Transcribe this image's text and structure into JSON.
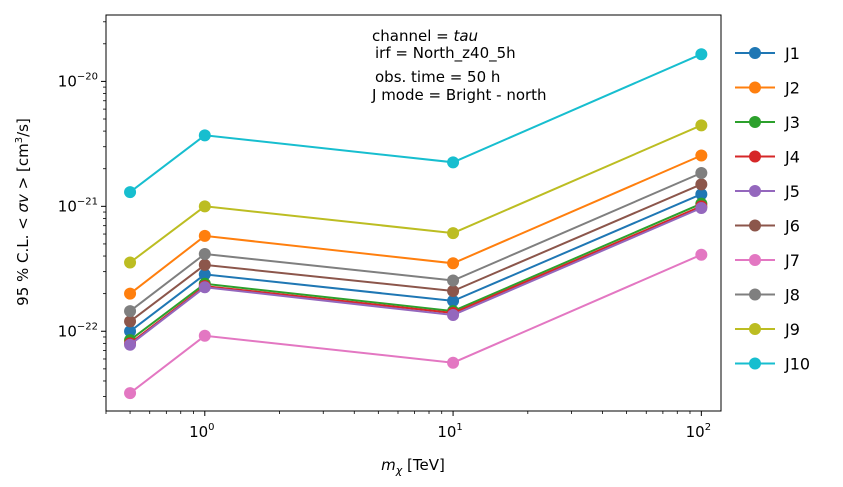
{
  "chart_data": {
    "type": "line",
    "xscale": "log",
    "yscale": "log",
    "xlim": [
      0.4,
      120
    ],
    "ylim": [
      2.3e-23,
      3.4e-20
    ],
    "x": [
      0.5,
      1,
      10,
      100
    ],
    "xticks": [
      {
        "value": 1,
        "base": "10",
        "exp": "0"
      },
      {
        "value": 10,
        "base": "10",
        "exp": "1"
      },
      {
        "value": 100,
        "base": "10",
        "exp": "2"
      }
    ],
    "yticks": [
      {
        "value": 1e-22,
        "base": "10",
        "exp": "−22"
      },
      {
        "value": 1e-21,
        "base": "10",
        "exp": "−21"
      },
      {
        "value": 1e-20,
        "base": "10",
        "exp": "−20"
      }
    ],
    "xlabel": {
      "pre": "m",
      "sub": "χ",
      "post": " [TeV]"
    },
    "ylabel": {
      "pre": "95 % C.L.  < ",
      "mid": "σv",
      "post": " >  [cm",
      "sup": "3",
      "end": "/s]"
    },
    "annotations": {
      "channel_label": "channel = ",
      "channel_value": "tau",
      "irf": "irf = North_z40_5h",
      "obs_time": "obs. time = 50 h",
      "j_mode": "J mode = Bright - north"
    },
    "legend_position": "outside-right",
    "series": [
      {
        "name": "J1",
        "color": "#1f77b4",
        "values": [
          1e-22,
          2.85e-22,
          1.75e-22,
          1.25e-21
        ]
      },
      {
        "name": "J2",
        "color": "#ff7f0e",
        "values": [
          2e-22,
          5.8e-22,
          3.5e-22,
          2.55e-21
        ]
      },
      {
        "name": "J3",
        "color": "#2ca02c",
        "values": [
          8.5e-23,
          2.4e-22,
          1.45e-22,
          1.05e-21
        ]
      },
      {
        "name": "J4",
        "color": "#d62728",
        "values": [
          8e-23,
          2.3e-22,
          1.4e-22,
          1e-21
        ]
      },
      {
        "name": "J5",
        "color": "#9467bd",
        "values": [
          7.8e-23,
          2.25e-22,
          1.35e-22,
          9.7e-22
        ]
      },
      {
        "name": "J6",
        "color": "#8c564b",
        "values": [
          1.2e-22,
          3.4e-22,
          2.1e-22,
          1.5e-21
        ]
      },
      {
        "name": "J7",
        "color": "#e377c2",
        "values": [
          3.2e-23,
          9.2e-23,
          5.6e-23,
          4.1e-22
        ]
      },
      {
        "name": "J8",
        "color": "#7f7f7f",
        "values": [
          1.45e-22,
          4.15e-22,
          2.55e-22,
          1.85e-21
        ]
      },
      {
        "name": "J9",
        "color": "#bcbd22",
        "values": [
          3.55e-22,
          1e-21,
          6.1e-22,
          4.45e-21
        ]
      },
      {
        "name": "J10",
        "color": "#17becf",
        "values": [
          1.3e-21,
          3.7e-21,
          2.25e-21,
          1.65e-20
        ]
      }
    ]
  }
}
